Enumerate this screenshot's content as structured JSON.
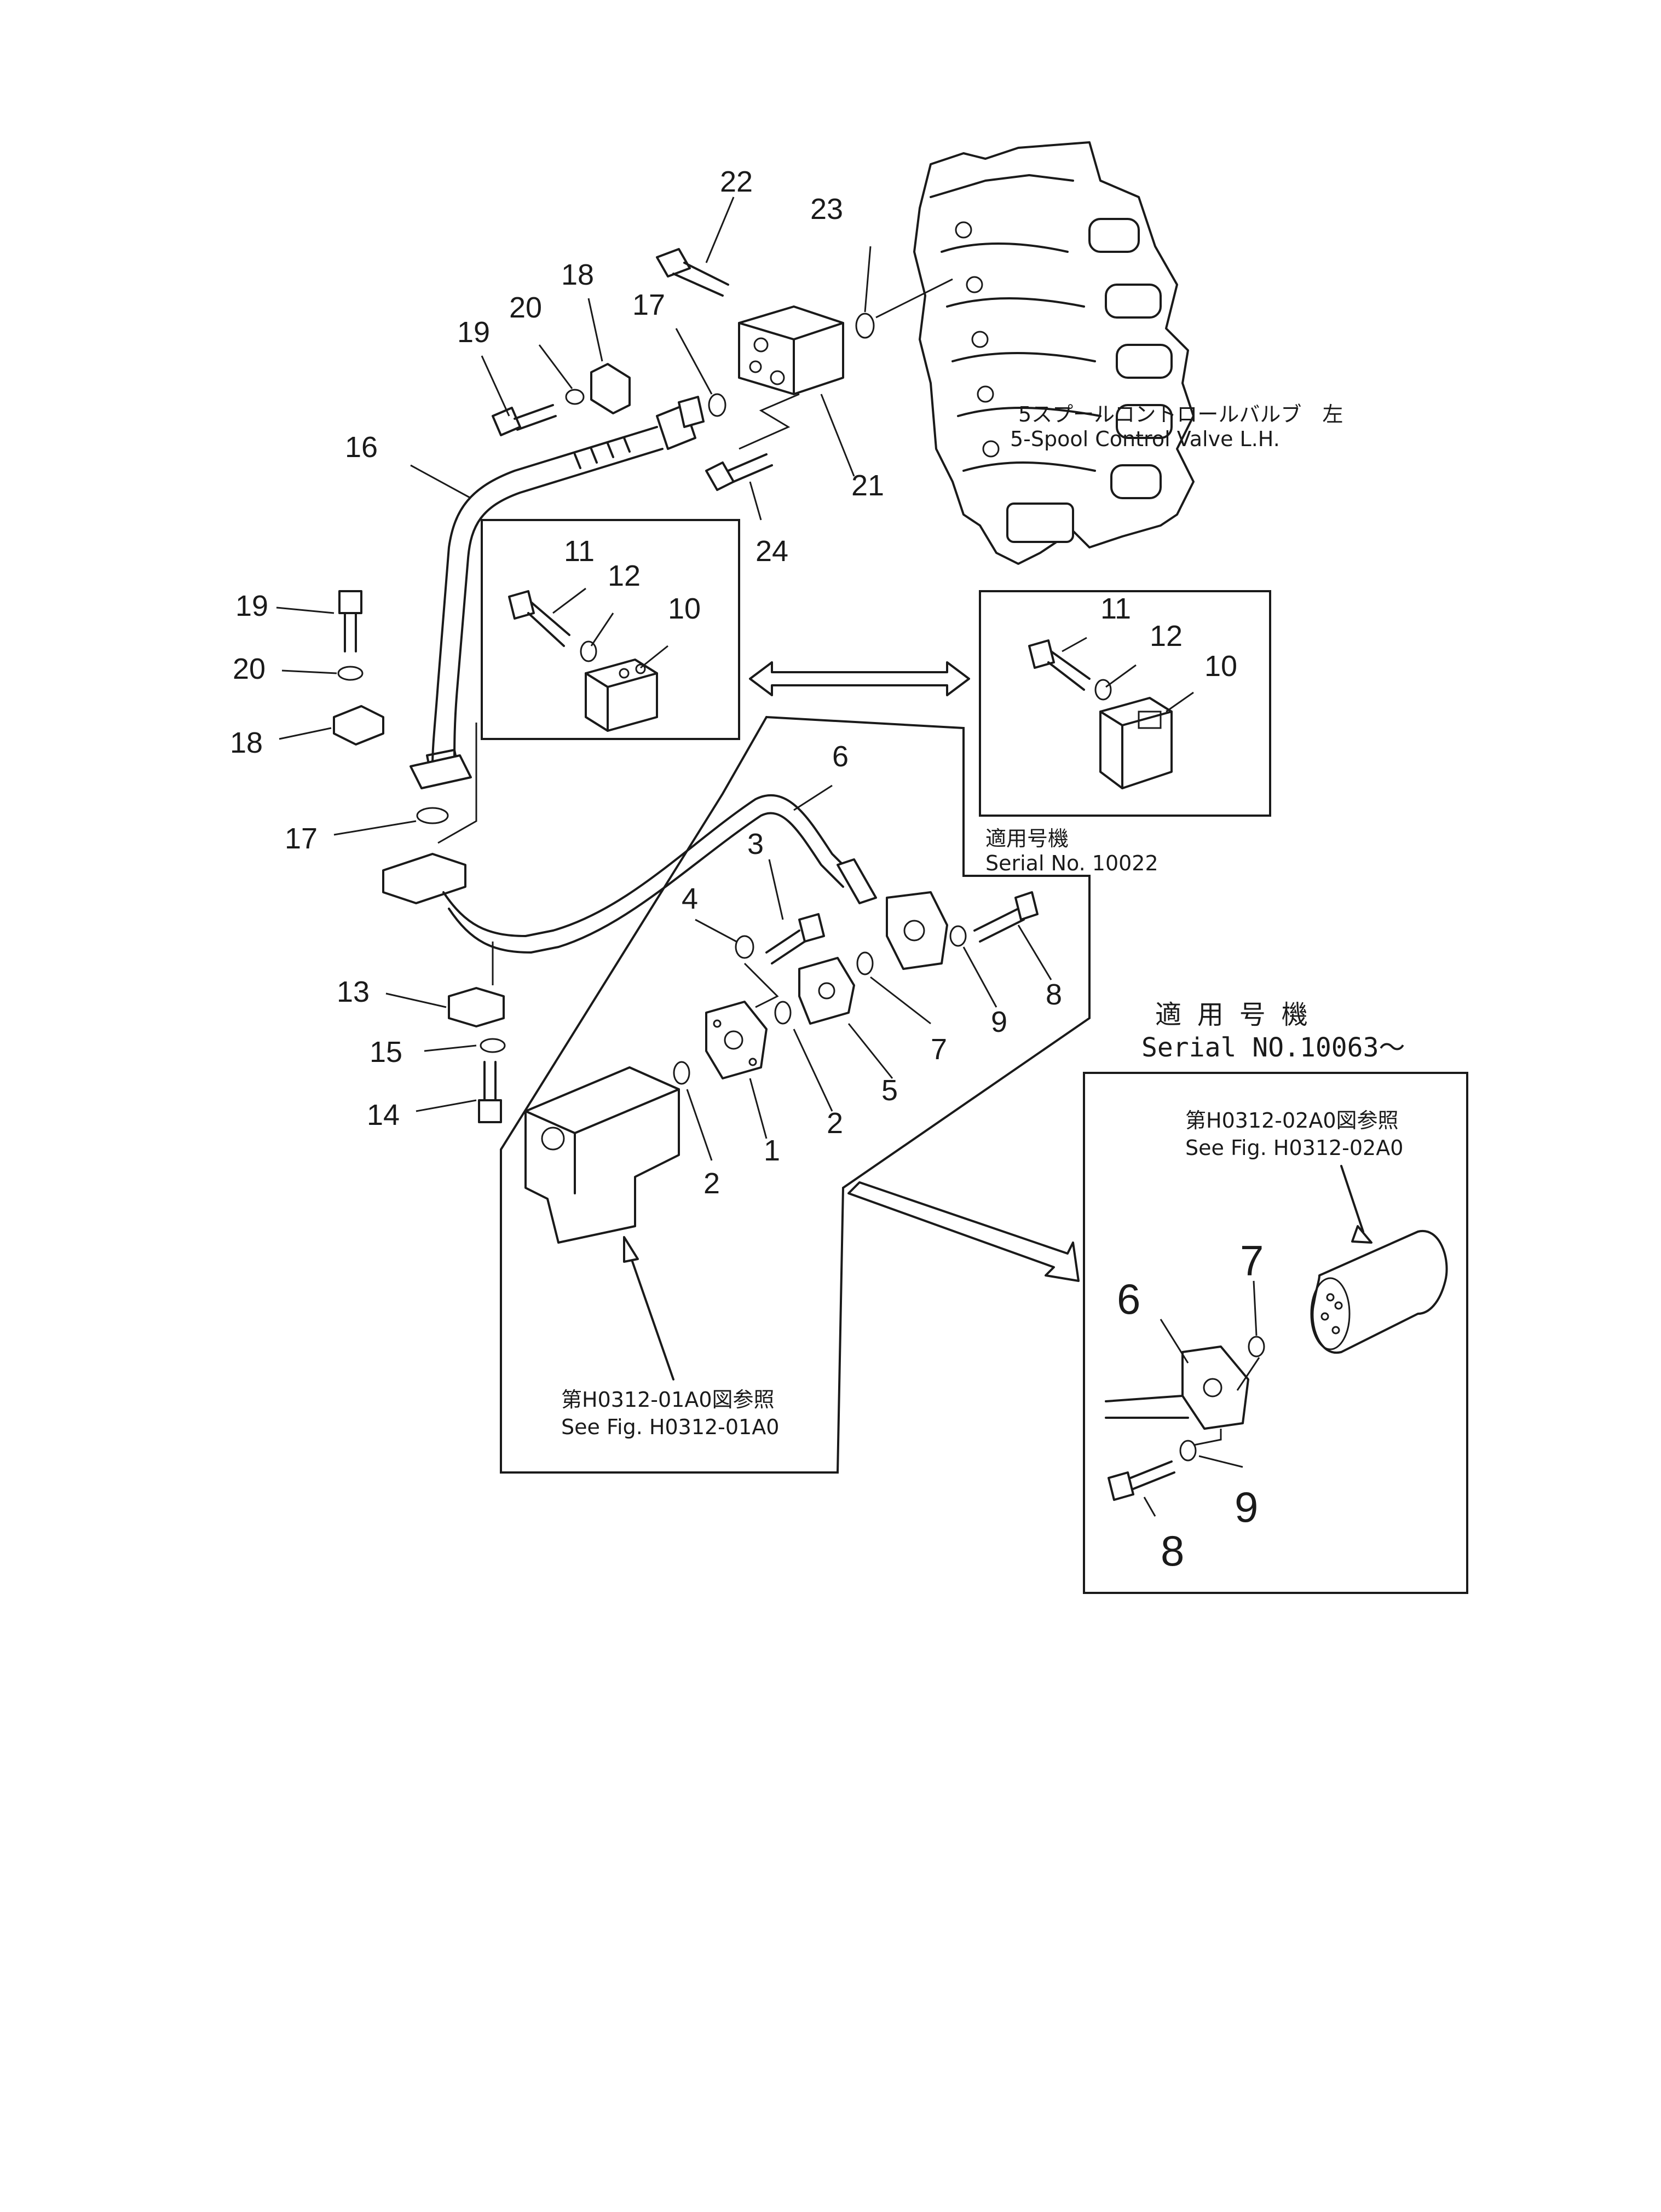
{
  "labels": {
    "valve_jp": "5スプールコントロールバルブ　左",
    "valve_en": "5-Spool  Control  Valve  L.H.",
    "serial_jp_1": "適用号機",
    "serial_en_1": "Serial  No.  10022",
    "serial_jp_2": "適 用 号 機",
    "serial_en_2": "Serial  NO.10063～",
    "ref1_jp": "第H0312-01A0図参照",
    "ref1_en": "See  Fig.  H0312-01A0",
    "ref2_jp": "第H0312-02A0図参照",
    "ref2_en": "See  Fig.  H0312-02A0"
  },
  "callouts": {
    "c1": "1",
    "c2a": "2",
    "c2b": "2",
    "c3": "3",
    "c4": "4",
    "c5": "5",
    "c6": "6",
    "c7": "7",
    "c8": "8",
    "c9": "9",
    "c10a": "10",
    "c10b": "10",
    "c11a": "11",
    "c11b": "11",
    "c12a": "12",
    "c12b": "12",
    "c13": "13",
    "c14": "14",
    "c15": "15",
    "c16": "16",
    "c17a": "17",
    "c17b": "17",
    "c18a": "18",
    "c18b": "18",
    "c19a": "19",
    "c19b": "19",
    "c20a": "20",
    "c20b": "20",
    "c21": "21",
    "c22": "22",
    "c23": "23",
    "c24": "24",
    "d6": "6",
    "d7": "7",
    "d8": "8",
    "d9": "9"
  }
}
